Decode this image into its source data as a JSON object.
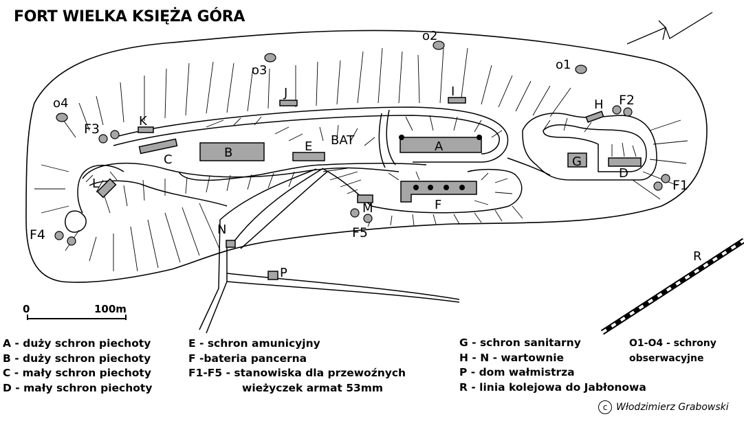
{
  "title": "FORT WIELKA KSIĘŻA GÓRA",
  "map_labels": {
    "A": "A",
    "B": "B",
    "C": "C",
    "D": "D",
    "E": "E",
    "F": "F",
    "G": "G",
    "H": "H",
    "I": "I",
    "J": "J",
    "K": "K",
    "L": "L",
    "M": "M",
    "N": "N",
    "P": "P",
    "R": "R",
    "BAT": "BAT",
    "F1": "F1",
    "F2": "F2",
    "F3": "F3",
    "F4": "F4",
    "F5": "F5",
    "o1": "o1",
    "o2": "o2",
    "o3": "o3",
    "o4": "o4"
  },
  "scale": {
    "start": "0",
    "end": "100m"
  },
  "legend": {
    "col1": [
      "A - duży schron piechoty",
      "B - duży schron piechoty",
      "C - mały schron piechoty",
      "D - mały schron piechoty"
    ],
    "col2": [
      "E - schron amunicyjny",
      "F -bateria pancerna",
      "F1-F5 - stanowiska dla przewoźnych",
      "wieżyczek armat 53mm"
    ],
    "col3": [
      "G - schron sanitarny",
      "H - N  - wartownie",
      "P - dom wałmistrza",
      "R - linia kolejowa do Jabłonowa"
    ],
    "col4": [
      "O1-O4 - schrony",
      "obserwacyjne"
    ]
  },
  "copyright": {
    "symbol": "c",
    "author": "Włodzimierz Grabowski"
  },
  "colors": {
    "building_fill": "#a6a6a6",
    "outline": "#000000",
    "background": "#ffffff",
    "railway_dash": "#ffffff"
  },
  "icons": [
    "north-arrow-icon",
    "copyright-icon"
  ]
}
